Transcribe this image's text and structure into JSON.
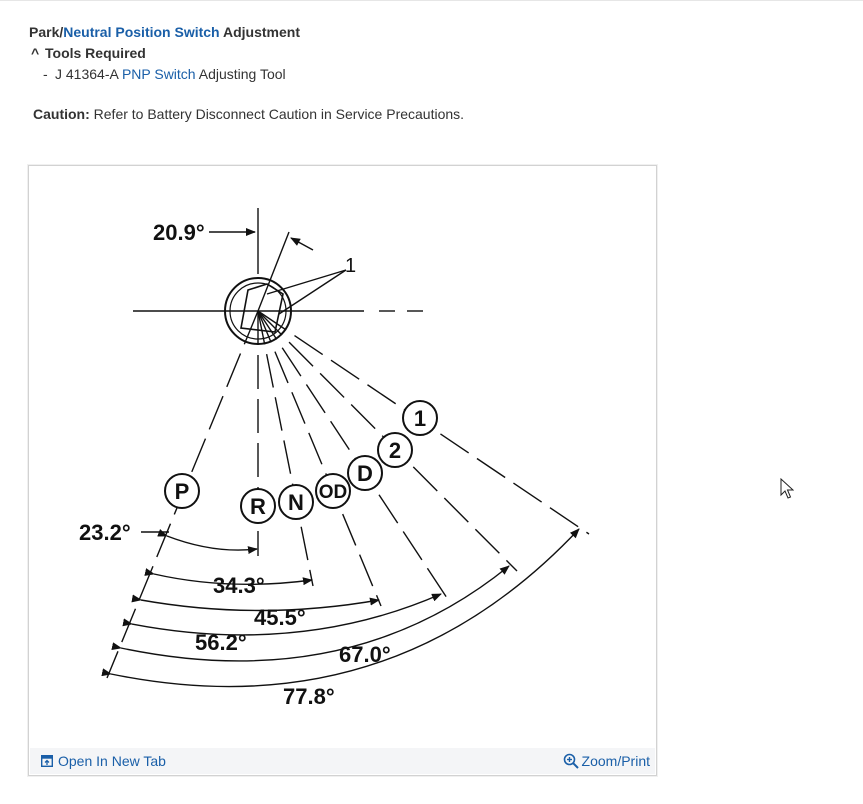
{
  "header": {
    "title_prefix": "Park/",
    "title_link": "Neutral Position Switch",
    "title_suffix": " Adjustment"
  },
  "tools": {
    "caret": "^",
    "heading": "Tools Required",
    "item_dash": "-",
    "item_prefix": "J 41364-A ",
    "item_link": "PNP Switch",
    "item_suffix": " Adjusting Tool"
  },
  "caution": {
    "label": "Caution:",
    "text": " Refer to Battery Disconnect Caution in Service Precautions."
  },
  "figure": {
    "labels": {
      "top_angle": "20.9°",
      "callout": "1",
      "p": "P",
      "r": "R",
      "n": "N",
      "od": "OD",
      "d": "D",
      "two": "2",
      "one": "1",
      "a1": "23.2°",
      "a2": "34.3°",
      "a3": "45.5°",
      "a4": "56.2°",
      "a5": "67.0°",
      "a6": "77.8°"
    },
    "open_new_tab": "Open In New Tab",
    "zoom_print": "Zoom/Print"
  },
  "colors": {
    "link": "#1a5fa8",
    "text": "#333333",
    "figbar": "#f4f5f7"
  }
}
